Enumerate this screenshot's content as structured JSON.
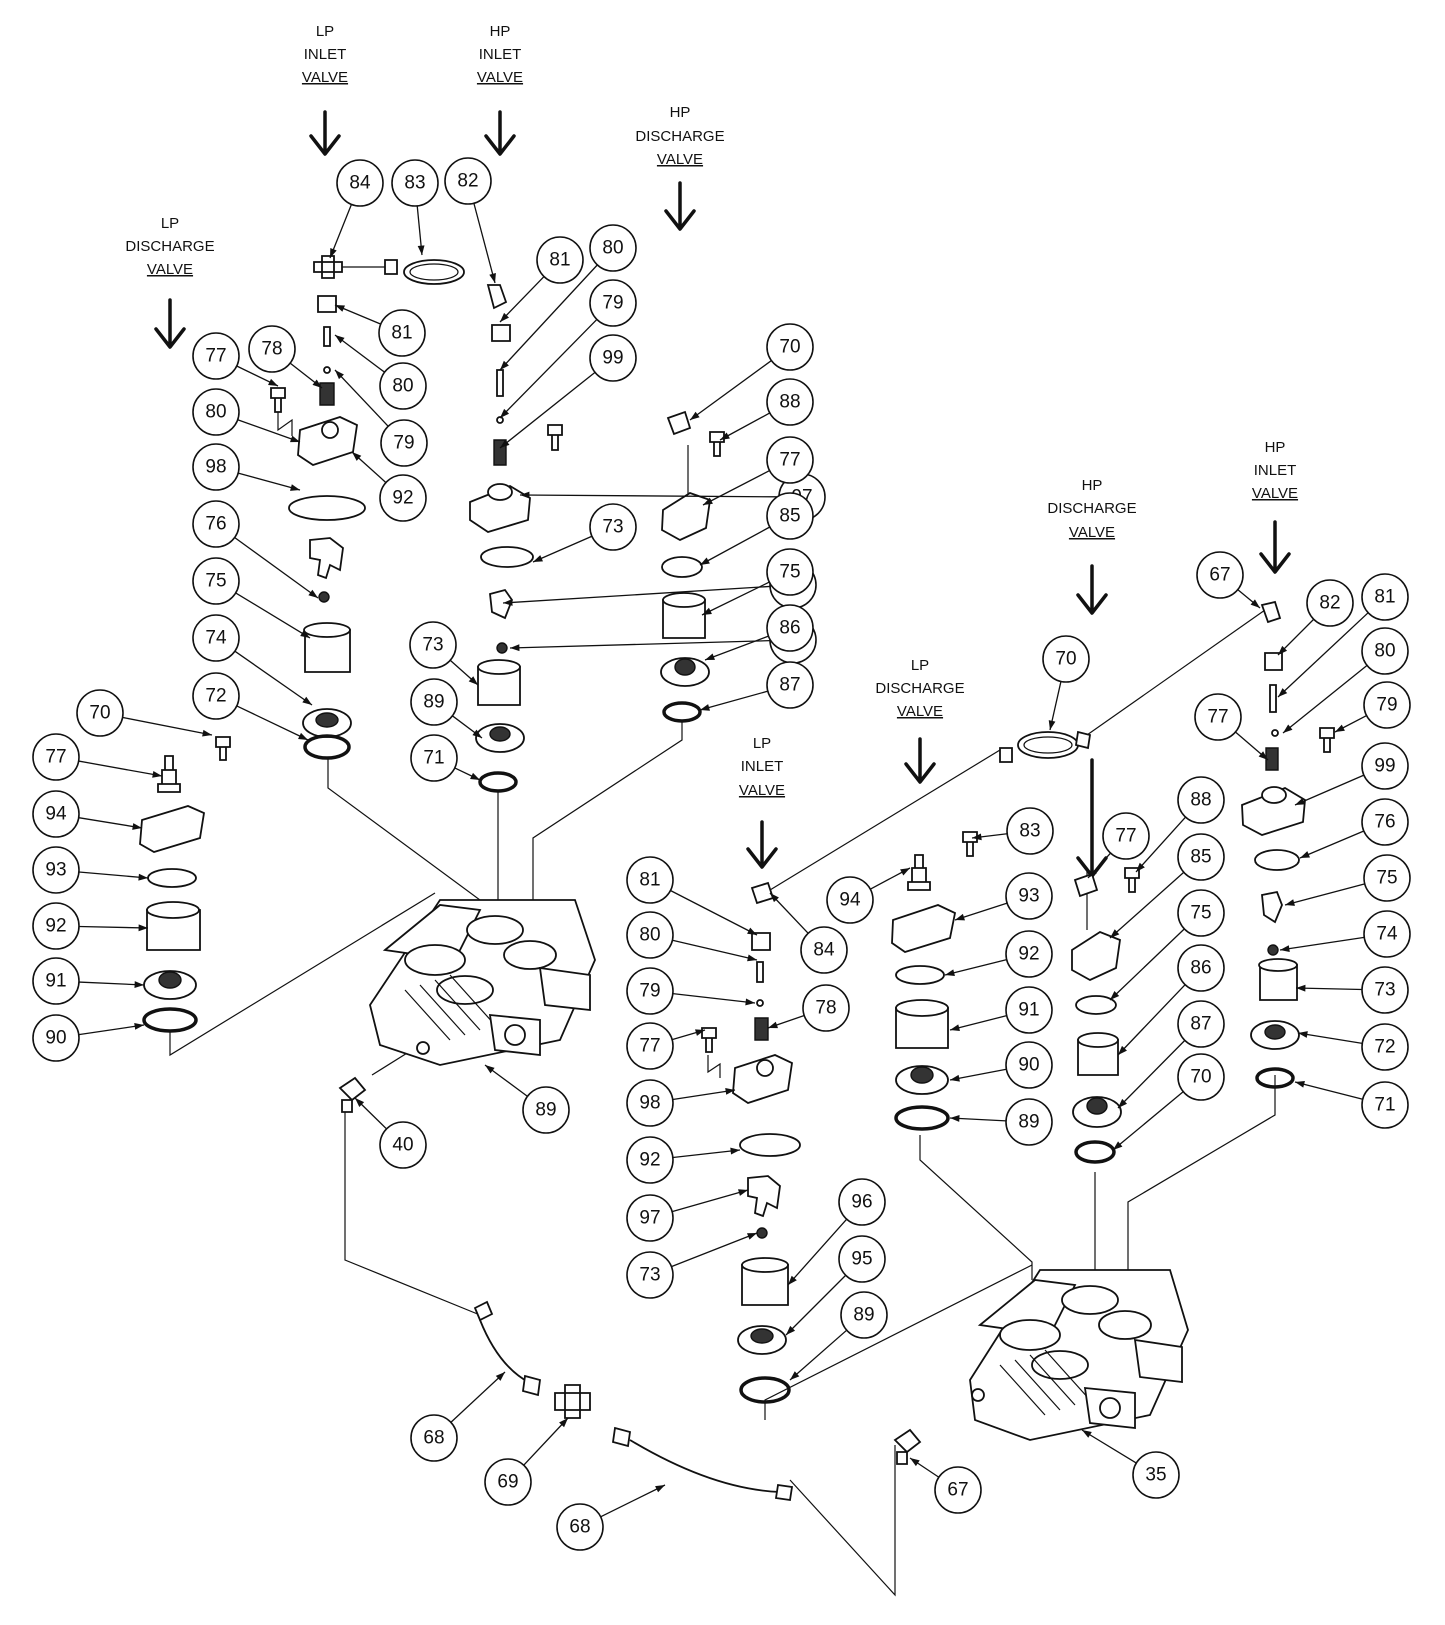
{
  "valve_labels": [
    {
      "lines": [
        "LP",
        "INLET",
        "VALVE"
      ]
    },
    {
      "lines": [
        "HP",
        "INLET",
        "VALVE"
      ]
    },
    {
      "lines": [
        "HP",
        "DISCHARGE",
        "VALVE"
      ]
    },
    {
      "lines": [
        "LP",
        "DISCHARGE",
        "VALVE"
      ]
    },
    {
      "lines": [
        "HP",
        "INLET",
        "VALVE"
      ]
    },
    {
      "lines": [
        "HP",
        "DISCHARGE",
        "VALVE"
      ]
    },
    {
      "lines": [
        "LP",
        "DISCHARGE",
        "VALVE"
      ]
    },
    {
      "lines": [
        "LP",
        "INLET",
        "VALVE"
      ]
    }
  ],
  "callouts": [
    "84",
    "83",
    "82",
    "81",
    "80",
    "81",
    "80",
    "79",
    "99",
    "79",
    "77",
    "78",
    "80",
    "92",
    "98",
    "97",
    "76",
    "73",
    "75",
    "96",
    "74",
    "95",
    "72",
    "73",
    "89",
    "71",
    "70",
    "88",
    "77",
    "85",
    "75",
    "86",
    "87",
    "70",
    "77",
    "94",
    "93",
    "92",
    "91",
    "90",
    "89",
    "40",
    "67",
    "82",
    "81",
    "80",
    "79",
    "77",
    "99",
    "76",
    "75",
    "74",
    "73",
    "72",
    "71",
    "70",
    "83",
    "77",
    "88",
    "85",
    "75",
    "86",
    "87",
    "70",
    "81",
    "84",
    "80",
    "79",
    "78",
    "77",
    "98",
    "92",
    "97",
    "73",
    "96",
    "95",
    "89",
    "94",
    "93",
    "92",
    "91",
    "90",
    "89",
    "35",
    "67",
    "68",
    "69",
    "68"
  ]
}
